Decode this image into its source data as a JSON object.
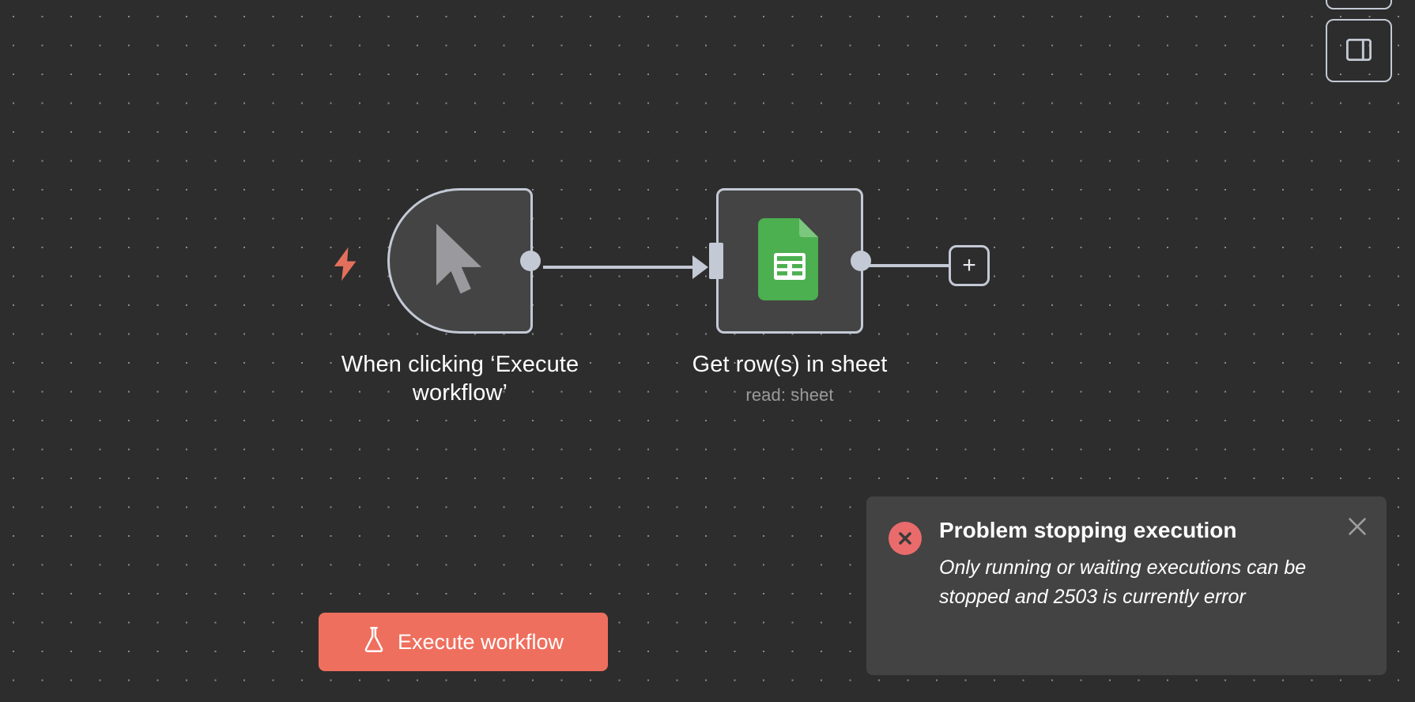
{
  "app": {
    "name": "n8n-workflow-editor",
    "canvas_background": "#2d2d2d",
    "accent_color": "#ef6f5e",
    "node_border_color": "#c3c9d5",
    "node_fill_color": "#444444"
  },
  "canvas": {
    "nodes": [
      {
        "id": "manual-trigger",
        "title": "When clicking ‘Execute workflow’",
        "subtitle": "",
        "icon": "cursor-pointer-icon",
        "type": "trigger",
        "has_trigger_bolt": true
      },
      {
        "id": "google-sheets",
        "title": "Get row(s) in sheet",
        "subtitle": "read: sheet",
        "icon": "google-sheets-icon",
        "type": "action",
        "icon_color": "#4caf50"
      }
    ],
    "add_node_button_label": "+"
  },
  "toolbar": {
    "execute_button_label": "Execute workflow",
    "execute_button_icon": "flask-icon",
    "execute_button_color": "#ef6f5e"
  },
  "top_right_controls": [
    {
      "id": "partial-top-button",
      "icon": "hidden-button"
    },
    {
      "id": "panel-toggle-button",
      "icon": "panel-layout-icon"
    }
  ],
  "toast": {
    "title": "Problem stopping execution",
    "message": "Only running or waiting executions can be stopped and 2503 is currently error",
    "severity": "error",
    "icon": "error-circle-x-icon",
    "icon_color": "#ea6b6b",
    "close_label": "×",
    "execution_id": "2503",
    "execution_status": "error"
  }
}
